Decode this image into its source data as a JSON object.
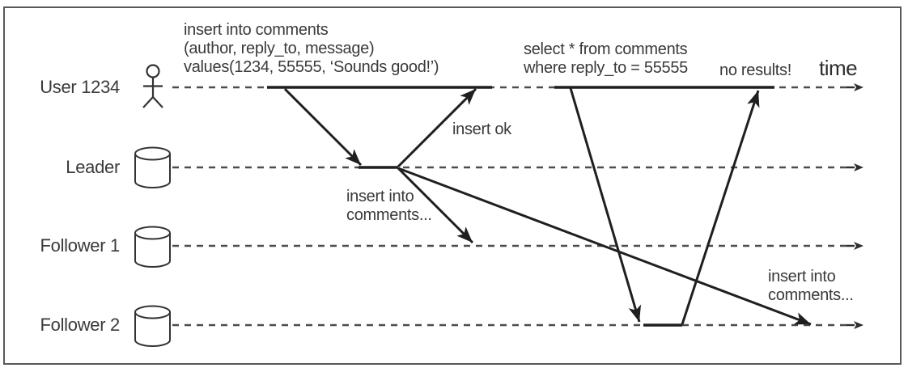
{
  "diagram": {
    "type": "sequence-diagram",
    "time_axis_label": "time",
    "actors": [
      {
        "label": "User 1234",
        "icon": "person-icon"
      },
      {
        "label": "Leader",
        "icon": "database-icon"
      },
      {
        "label": "Follower 1",
        "icon": "database-icon"
      },
      {
        "label": "Follower 2",
        "icon": "database-icon"
      }
    ],
    "messages": [
      {
        "id": "insert-query",
        "from": "User 1234",
        "to": "Leader",
        "label": "insert into comments\n(author, reply_to, message)\nvalues(1234, 55555, ‘Sounds good!’)"
      },
      {
        "id": "insert-ok",
        "from": "Leader",
        "to": "User 1234",
        "label": "insert ok"
      },
      {
        "id": "replicate-follower-1",
        "from": "Leader",
        "to": "Follower 1",
        "label": "insert into\ncomments..."
      },
      {
        "id": "replicate-follower-2",
        "from": "Leader",
        "to": "Follower 2",
        "label": "insert into\ncomments..."
      },
      {
        "id": "select-query",
        "from": "User 1234",
        "to": "Follower 2",
        "label": "select * from comments\nwhere reply_to = 55555"
      },
      {
        "id": "select-response",
        "from": "Follower 2",
        "to": "User 1234",
        "label": "no results!"
      }
    ],
    "colors": {
      "line": "#1f1f1f",
      "dash": "#4d4d4d",
      "text": "#3a3a3a",
      "border": "#58595b",
      "background": "#ffffff"
    }
  }
}
